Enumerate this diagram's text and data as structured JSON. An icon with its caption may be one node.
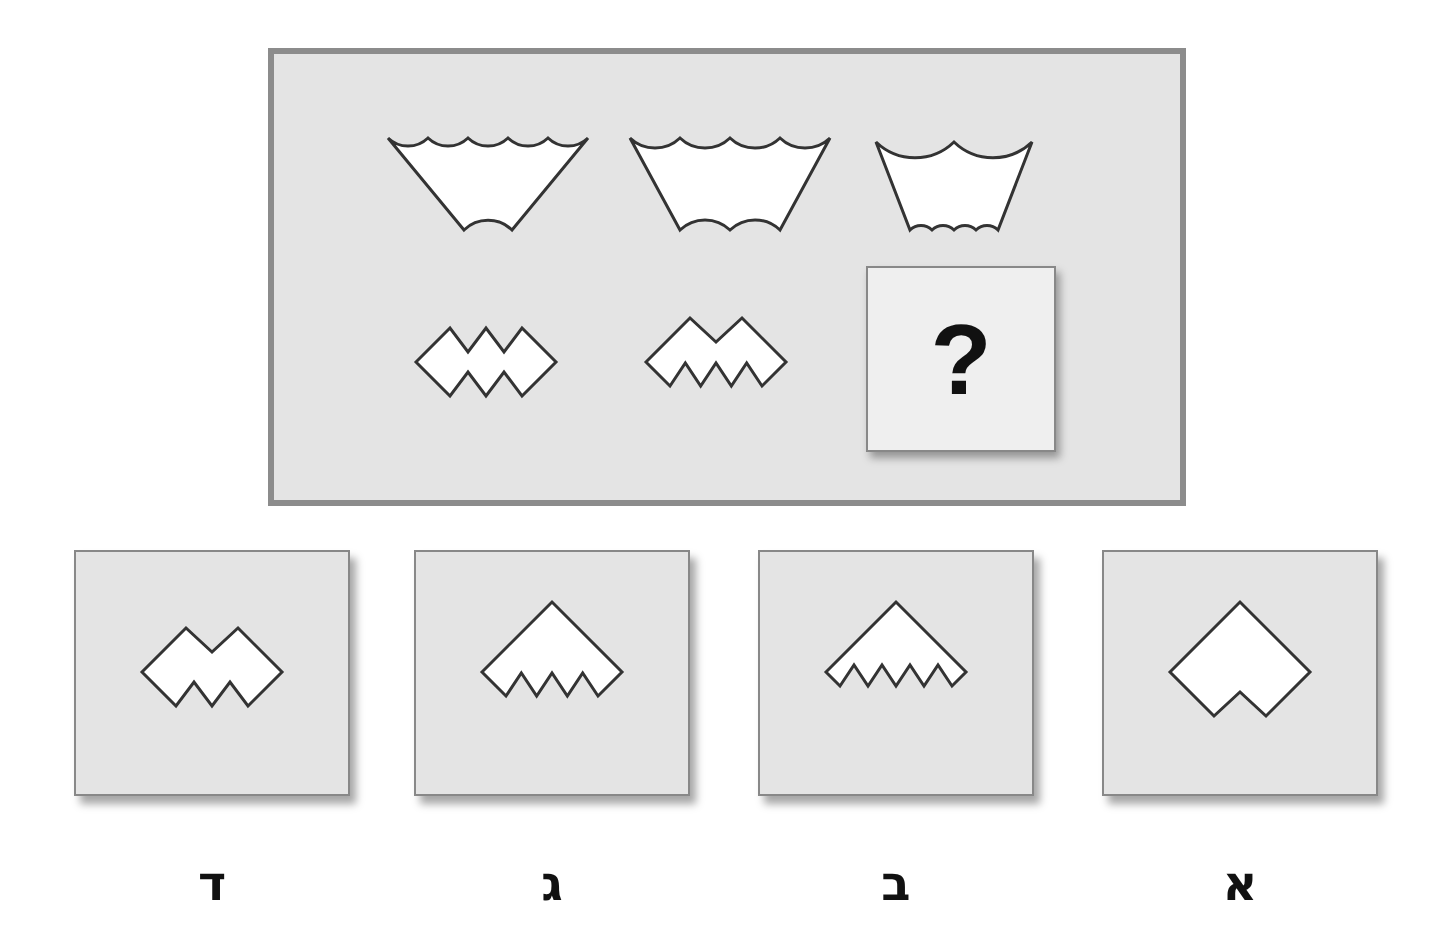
{
  "diagram": {
    "nodes": [
      {
        "text": [],
        "shape": "box"
      },
      {
        "text": [
          "?"
        ],
        "in": 0
      },
      {
        "text": [],
        "shape": "box",
        "beside": [
          "ד"
        ]
      },
      {
        "text": [],
        "shape": "box",
        "beside": [
          "ג"
        ]
      },
      {
        "text": [],
        "shape": "box",
        "beside": [
          "ב"
        ]
      },
      {
        "text": [],
        "shape": "box",
        "beside": [
          "א"
        ]
      }
    ]
  }
}
